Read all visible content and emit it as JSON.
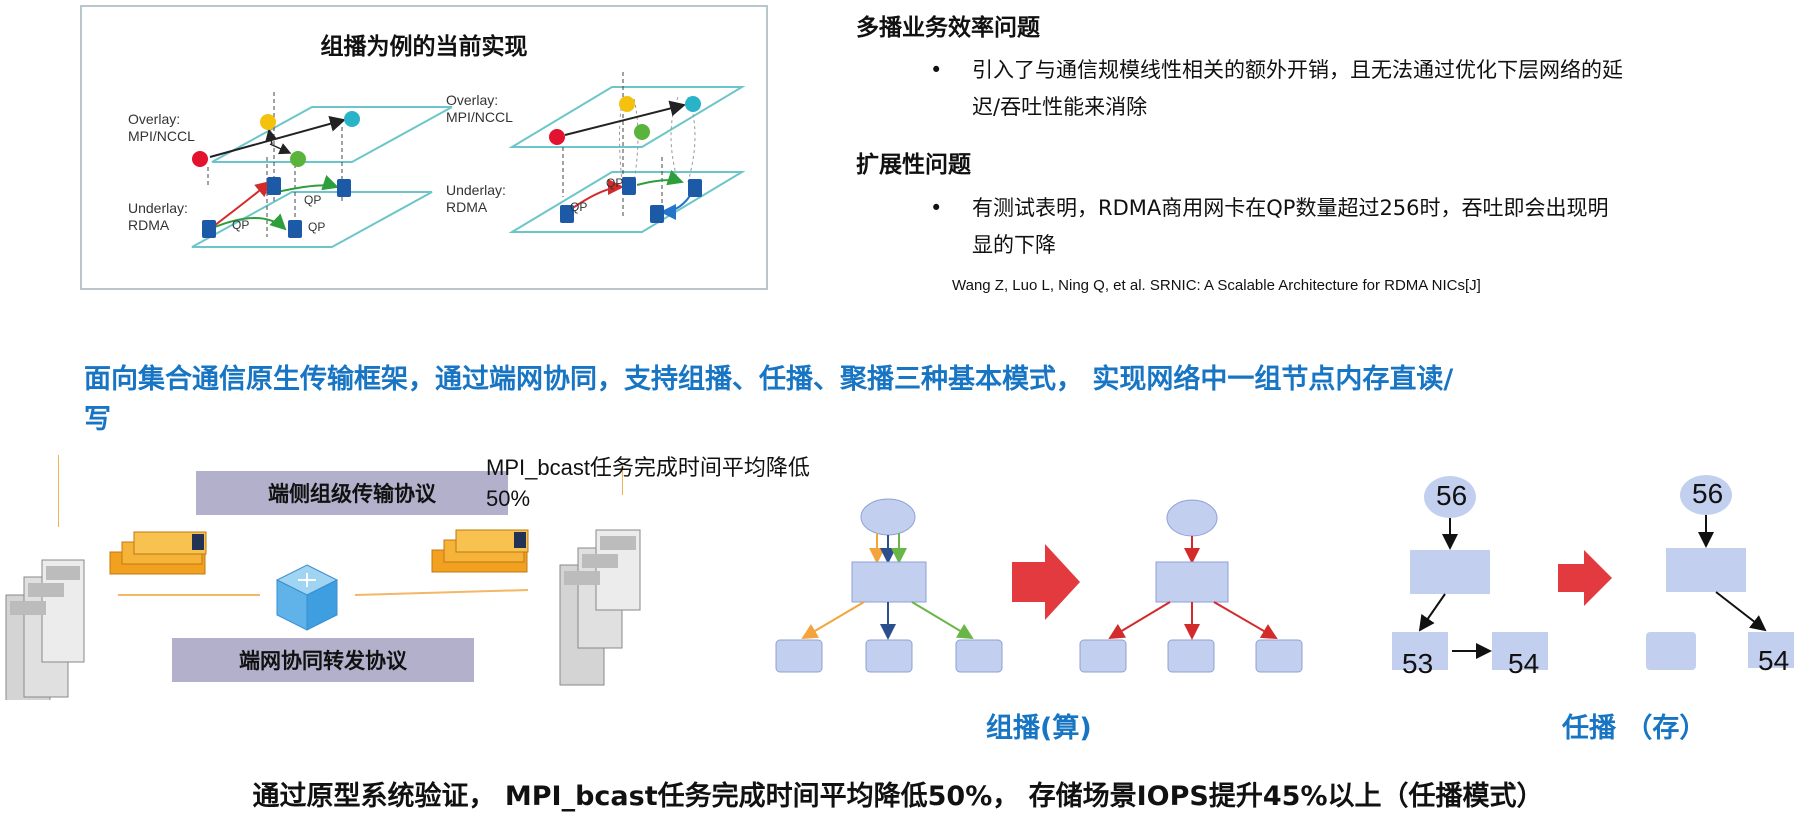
{
  "figure": {
    "title": "组播为例的当前实现",
    "left": {
      "overlay_line1": "Overlay:",
      "overlay_line2": "MPI/NCCL",
      "underlay_line1": "Underlay:",
      "underlay_line2": "RDMA",
      "qp1": "QP",
      "qp2": "QP",
      "qp3": "QP"
    },
    "right": {
      "overlay_line1": "Overlay:",
      "overlay_line2": "MPI/NCCL",
      "underlay_line1": "Underlay:",
      "underlay_line2": "RDMA",
      "qp1": "QP",
      "qp2": "QP"
    }
  },
  "issues": {
    "efficiency_title": "多播业务效率问题",
    "efficiency_line1": "引入了与通信规模线性相关的额外开销，且无法通过优化下层网络的延",
    "efficiency_line2": "迟/吞吐性能来消除",
    "scalability_title": "扩展性问题",
    "scalability_line1": "有测试表明，RDMA商用网卡在QP数量超过256时，吞吐即会出现明",
    "scalability_line2": "显的下降",
    "reference": "Wang Z, Luo L, Ning Q, et al. SRNIC: A Scalable Architecture for RDMA NICs[J]",
    "bullet": "•"
  },
  "headline_line1": "面向集合通信原生传输框架，通过端网协同，支持组播、任播、聚播三种基本模式， 实现网络中一组节点内存直读/",
  "headline_line2": "写",
  "protocols": {
    "end_side": "端侧组级传输协议",
    "end_network": "端网协同转发协议",
    "note_line1": "MPI_bcast任务完成时间平均降低",
    "note_line2": "50%"
  },
  "anycast": {
    "top_left": "56",
    "top_right": "56",
    "n53": "53",
    "n54_left": "54",
    "n54_right": "54"
  },
  "captions": {
    "multicast": "组播(算)",
    "anycast": "任播 （存）"
  },
  "bottom_note": "通过原型系统验证， MPI_bcast任务完成时间平均降低50%， 存储场景IOPS提升45%以上（任播模式）",
  "colors": {
    "blue_text": "#1875c3",
    "box": "#b3b0cc",
    "node": "#c2cfee",
    "red_arrow": "#e23a3e"
  }
}
